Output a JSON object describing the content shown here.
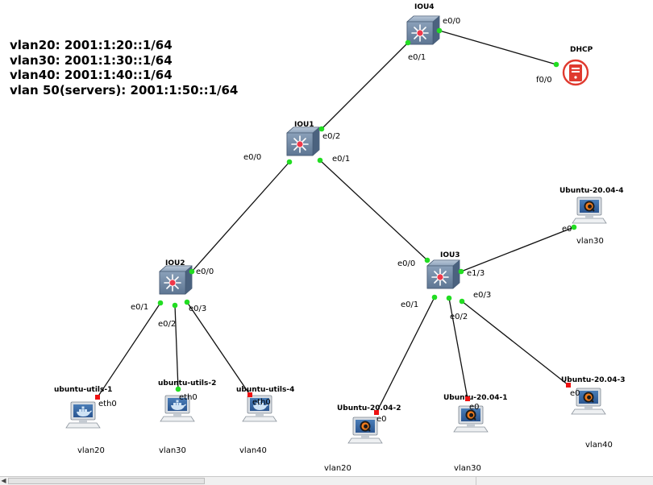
{
  "notes": [
    "vlan20: 2001:1:20::1/64",
    "vlan30: 2001:1:30::1/64",
    "vlan40: 2001:1:40::1/64",
    "vlan 50(servers): 2001:1:50::1/64"
  ],
  "switches": {
    "iou4": "IOU4",
    "iou1": "IOU1",
    "iou2": "IOU2",
    "iou3": "IOU3"
  },
  "server": {
    "name": "DHCP"
  },
  "hosts": {
    "ubuntu_utils_1": "ubuntu-utils-1",
    "ubuntu_utils_2": "ubuntu-utils-2",
    "ubuntu_utils_4": "ubuntu-utils-4",
    "ubuntu_2004_2": "Ubuntu-20.04-2",
    "ubuntu_2004_1": "Ubuntu-20.04-1",
    "ubuntu_2004_3": "Ubuntu-20.04-3",
    "ubuntu_2004_4": "Ubuntu-20.04-4"
  },
  "ports": {
    "iou4_e00": "e0/0",
    "iou4_e01": "e0/1",
    "dhcp_f00": "f0/0",
    "iou1_e02": "e0/2",
    "iou1_e00": "e0/0",
    "iou1_e01": "e0/1",
    "iou2_e00": "e0/0",
    "iou2_e01": "e0/1",
    "iou2_e02": "e0/2",
    "iou2_e03": "e0/3",
    "iou3_e00": "e0/0",
    "iou3_e13": "e1/3",
    "iou3_e03": "e0/3",
    "iou3_e01": "e0/1",
    "iou3_e02": "e0/2",
    "ubuntu4_e0": "e0",
    "util1_eth0": "eth0",
    "util2_eth0": "eth0",
    "util4_eth0": "eth0",
    "ubuntu2_e0": "e0",
    "ubuntu1_e0": "e0",
    "ubuntu3_e0": "e0"
  },
  "vlan_tags": {
    "util1": "vlan20",
    "util2": "vlan30",
    "util4": "vlan40",
    "ubuntu2": "vlan20",
    "ubuntu1": "vlan30",
    "ubuntu3": "vlan40",
    "ubuntu4": "vlan30"
  },
  "colors": {
    "link_up": "#22dd22",
    "link_down": "#ee1111",
    "switch_body": "#6f88a6",
    "switch_face": "#9fb3c9",
    "server_red": "#e03a2f"
  },
  "icons": {
    "switch": "multilayer-switch-icon",
    "server": "server-icon",
    "docker_host": "docker-terminal-icon",
    "vm_host": "qemu-vm-icon"
  }
}
